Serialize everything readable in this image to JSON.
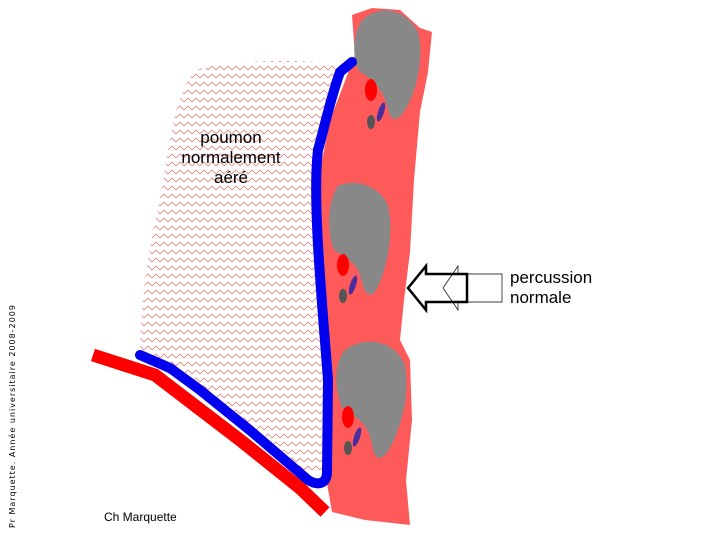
{
  "labels": {
    "lung": [
      "poumon",
      "normalement",
      "aéré"
    ],
    "percussion": [
      "percussion",
      "normale"
    ],
    "credit": "Ch Marquette",
    "vertical_credit": "Pr Marquette. Année universitaire 2008-2009"
  },
  "colors": {
    "lung_hatch": "#e08080",
    "pleura_visceral": "#0000ee",
    "pleura_parietal": "#ff0000",
    "chest_wall": "#ff5a5a",
    "rib": "#888888",
    "artery": "#ff0000",
    "vein": "#4a2ea0",
    "nerve": "#555555",
    "arrow_fill": "#ffffff",
    "arrow_stroke": "#000000"
  },
  "icons": {
    "percussion_arrow": "left-arrow-icon"
  }
}
